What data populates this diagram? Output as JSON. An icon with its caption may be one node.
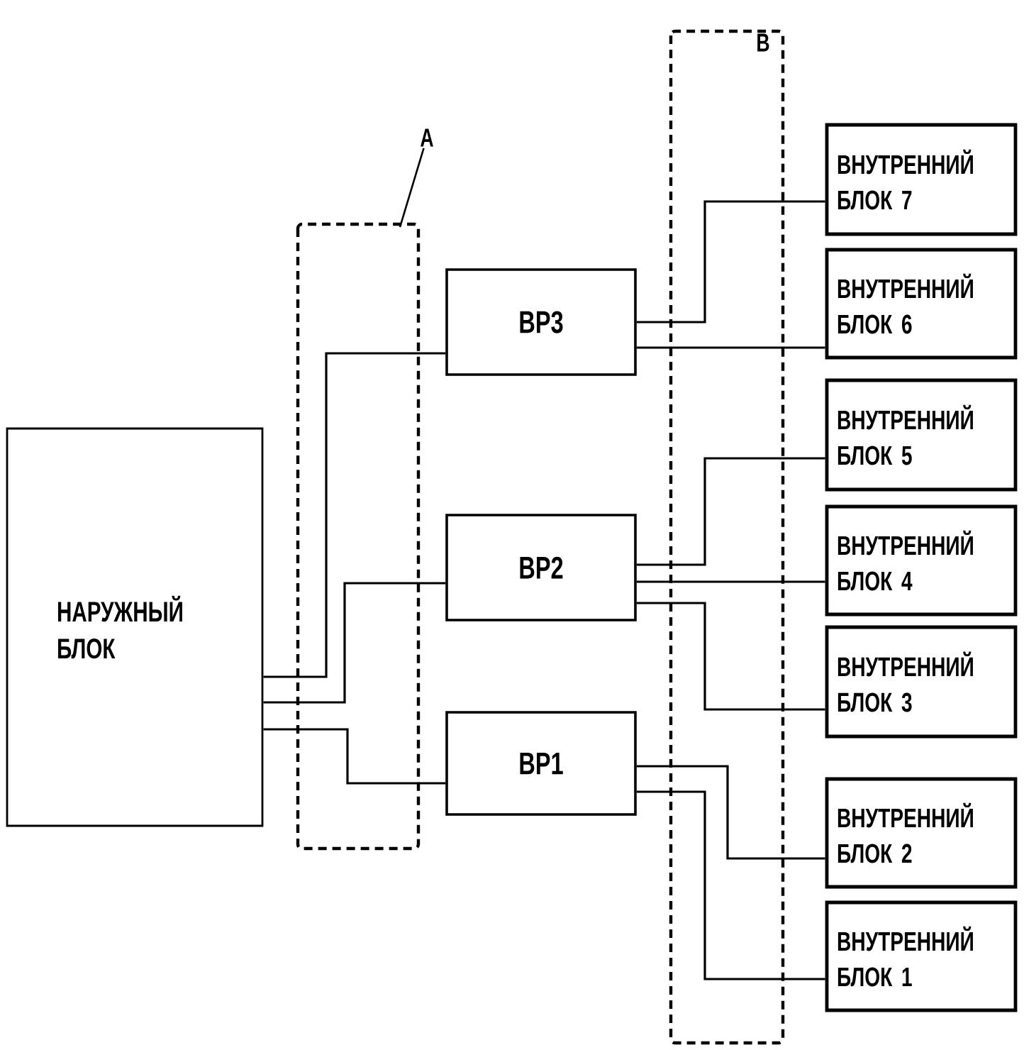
{
  "diagram": {
    "nodes": [
      {
        "text": [
          "НАРУЖНЫЙ БЛОК"
        ]
      },
      {
        "text": [
          "ВР3"
        ]
      },
      {
        "text": [
          "ВР2"
        ]
      },
      {
        "text": [
          "ВР1"
        ]
      },
      {
        "text": [
          "ВНУТРЕННИЙ БЛОК 7"
        ]
      },
      {
        "text": [
          "ВНУТРЕННИЙ БЛОК 6"
        ]
      },
      {
        "text": [
          "ВНУТРЕННИЙ БЛОК 5"
        ]
      },
      {
        "text": [
          "ВНУТРЕННИЙ БЛОК 4"
        ]
      },
      {
        "text": [
          "ВНУТРЕННИЙ БЛОК 3"
        ]
      },
      {
        "text": [
          "ВНУТРЕННИЙ БЛОК 2"
        ]
      },
      {
        "text": [
          "ВНУТРЕННИЙ БЛОК 1"
        ]
      },
      {
        "text": [
          "B"
        ]
      },
      {
        "text": [
          "A"
        ]
      }
    ],
    "edges": [
      {
        "from": 0,
        "to": 1,
        "arrow": "none"
      },
      {
        "from": 0,
        "to": 2,
        "arrow": "none"
      },
      {
        "from": 0,
        "to": 3,
        "arrow": "none"
      },
      {
        "from": 1,
        "to": 4,
        "arrow": "none"
      },
      {
        "from": 1,
        "to": 5,
        "arrow": "none"
      },
      {
        "from": 2,
        "to": 6,
        "arrow": "none"
      },
      {
        "from": 2,
        "to": 7,
        "arrow": "none"
      },
      {
        "from": 2,
        "to": 8,
        "arrow": "none"
      },
      {
        "from": 3,
        "to": 9,
        "arrow": "none"
      },
      {
        "from": 3,
        "to": 10,
        "arrow": "none"
      },
      {
        "from": 12,
        "to": null,
        "arrow": "none"
      }
    ]
  }
}
